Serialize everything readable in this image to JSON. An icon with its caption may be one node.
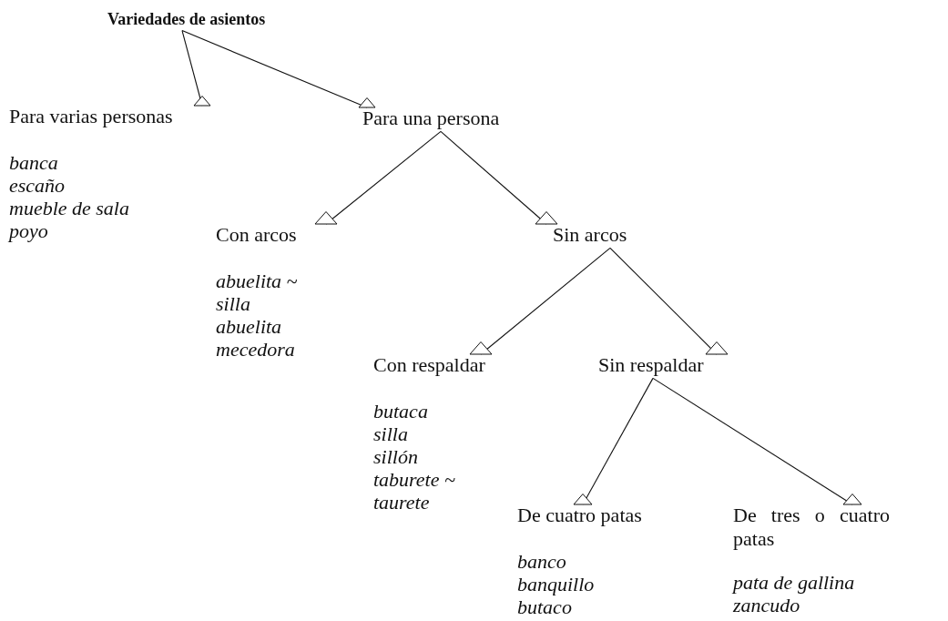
{
  "diagram": {
    "nodes": [
      {
        "text": [
          "Variedades de asientos"
        ]
      },
      {
        "text": [
          "Para varias personas"
        ],
        "beside": [
          "banca",
          "escaño",
          "mueble de sala",
          "poyo"
        ]
      },
      {
        "text": [
          "Para una persona"
        ]
      },
      {
        "text": [
          "Con arcos"
        ],
        "beside": [
          "abuelita ~",
          "silla",
          "abuelita",
          "mecedora"
        ]
      },
      {
        "text": [
          "Sin arcos"
        ]
      },
      {
        "text": [
          "Con respaldar"
        ],
        "beside": [
          "butaca",
          "silla",
          "sillón",
          "taburete ~",
          "taurete"
        ]
      },
      {
        "text": [
          "Sin respaldar"
        ]
      },
      {
        "text": [
          "De cuatro patas"
        ],
        "beside": [
          "banco",
          "banquillo",
          "butaco"
        ]
      },
      {
        "text": [
          "De tres o cuatro patas"
        ],
        "beside": [
          "pata de gallina",
          "zancudo"
        ]
      }
    ],
    "edges": [
      {
        "from": 0,
        "to": 1,
        "arrow": "other"
      },
      {
        "from": 0,
        "to": 2,
        "arrow": "other"
      },
      {
        "from": 2,
        "to": 3,
        "arrow": "other"
      },
      {
        "from": 2,
        "to": 4,
        "arrow": "other"
      },
      {
        "from": 4,
        "to": 5,
        "arrow": "other"
      },
      {
        "from": 4,
        "to": 6,
        "arrow": "other"
      },
      {
        "from": 6,
        "to": 7,
        "arrow": "other"
      },
      {
        "from": 6,
        "to": 8,
        "arrow": "other"
      }
    ]
  }
}
